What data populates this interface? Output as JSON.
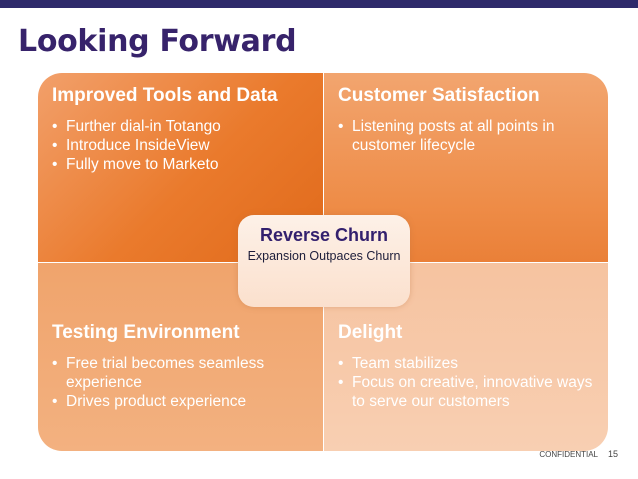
{
  "title": "Looking Forward",
  "quadrants": [
    {
      "heading": "Improved Tools and Data",
      "bullets": [
        "Further dial-in Totango",
        "Introduce InsideView",
        "Fully move to Marketo"
      ]
    },
    {
      "heading": "Customer Satisfaction",
      "bullets": [
        "Listening posts at all points in customer lifecycle"
      ]
    },
    {
      "heading": "Testing Environment",
      "bullets": [
        "Free trial becomes seamless experience",
        "Drives product experience"
      ]
    },
    {
      "heading": "Delight",
      "bullets": [
        "Team stabilizes",
        "Focus on creative, innovative ways to serve our customers"
      ]
    }
  ],
  "center": {
    "title": "Reverse Churn",
    "subtitle": "Expansion Outpaces Churn"
  },
  "footer": {
    "label": "CONFIDENTIAL",
    "page": "15"
  },
  "colors": {
    "title": "#37236b",
    "topbar": "#2e2a6b",
    "orange_dark": "#e06a1b",
    "orange_light": "#f8cfb2"
  }
}
